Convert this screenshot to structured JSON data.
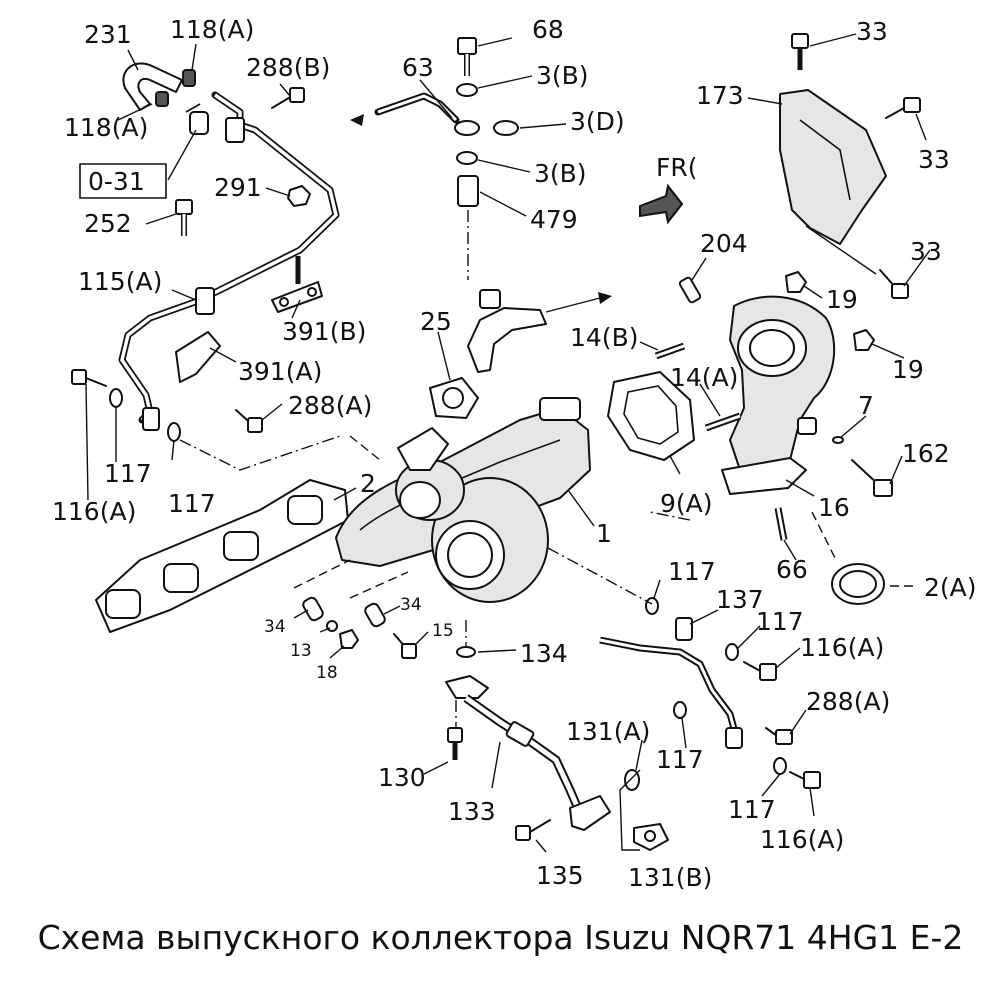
{
  "caption": "Схема выпускного коллектора Isuzu NQR71 4HG1 E-2",
  "front_marker": "FR(",
  "labels": {
    "p231": "231",
    "p118a_top": "118(A)",
    "p118a_left": "118(A)",
    "p288b": "288(B)",
    "p031": "0-31",
    "p291": "291",
    "p252": "252",
    "p115a": "115(A)",
    "p391b": "391(B)",
    "p391a": "391(A)",
    "p288a_left": "288(A)",
    "p116a_left": "116(A)",
    "p117_left1": "117",
    "p117_left2": "117",
    "p2": "2",
    "p34_left": "34",
    "p34_right": "34",
    "p13": "13",
    "p18": "18",
    "p15": "15",
    "p68": "68",
    "p63": "63",
    "p3b_top": "3(B)",
    "p3d": "3(D)",
    "p3b_mid": "3(B)",
    "p479": "479",
    "p25": "25",
    "p1": "1",
    "p134": "134",
    "p130": "130",
    "p133": "133",
    "p135": "135",
    "p131a": "131(A)",
    "p131b": "131(B)",
    "p33_top": "33",
    "p33_mid": "33",
    "p33_low": "33",
    "p173": "173",
    "p204": "204",
    "p19_top": "19",
    "p19_low": "19",
    "p14b": "14(B)",
    "p14a": "14(A)",
    "p7": "7",
    "p162": "162",
    "p9a": "9(A)",
    "p16": "16",
    "p66": "66",
    "p2a": "2(A)",
    "p117_r1": "117",
    "p137": "137",
    "p117_r2": "117",
    "p116a_r1": "116(A)",
    "p288a_right": "288(A)",
    "p117_r3": "117",
    "p117_r4": "117",
    "p116a_r2": "116(A)"
  }
}
